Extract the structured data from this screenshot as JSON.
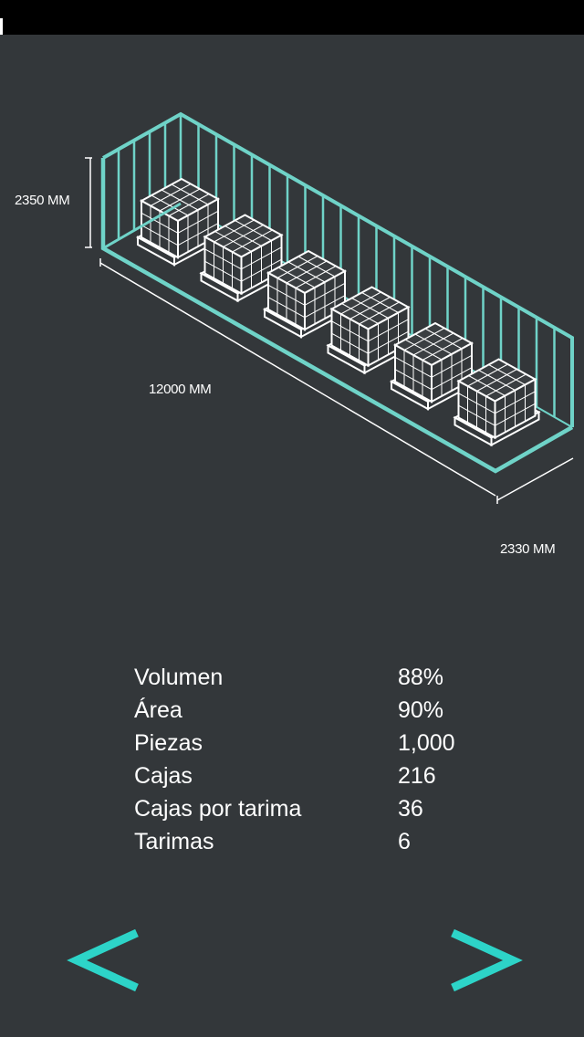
{
  "container": {
    "height_label": "2350 MM",
    "length_label": "12000 MM",
    "width_label": "2330 MM",
    "pallet_count": 6,
    "outline_color": "#6fd3c8",
    "pallet_color": "#ffffff"
  },
  "stats": [
    {
      "label": "Volumen",
      "value": "88%"
    },
    {
      "label": "Área",
      "value": "90%"
    },
    {
      "label": "Piezas",
      "value": "1,000"
    },
    {
      "label": "Cajas",
      "value": "216"
    },
    {
      "label": "Cajas por tarima",
      "value": "36"
    },
    {
      "label": "Tarimas",
      "value": "6"
    }
  ],
  "nav": {
    "prev_icon": "chevron-left-icon",
    "next_icon": "chevron-right-icon",
    "accent": "#2dd4c8"
  }
}
